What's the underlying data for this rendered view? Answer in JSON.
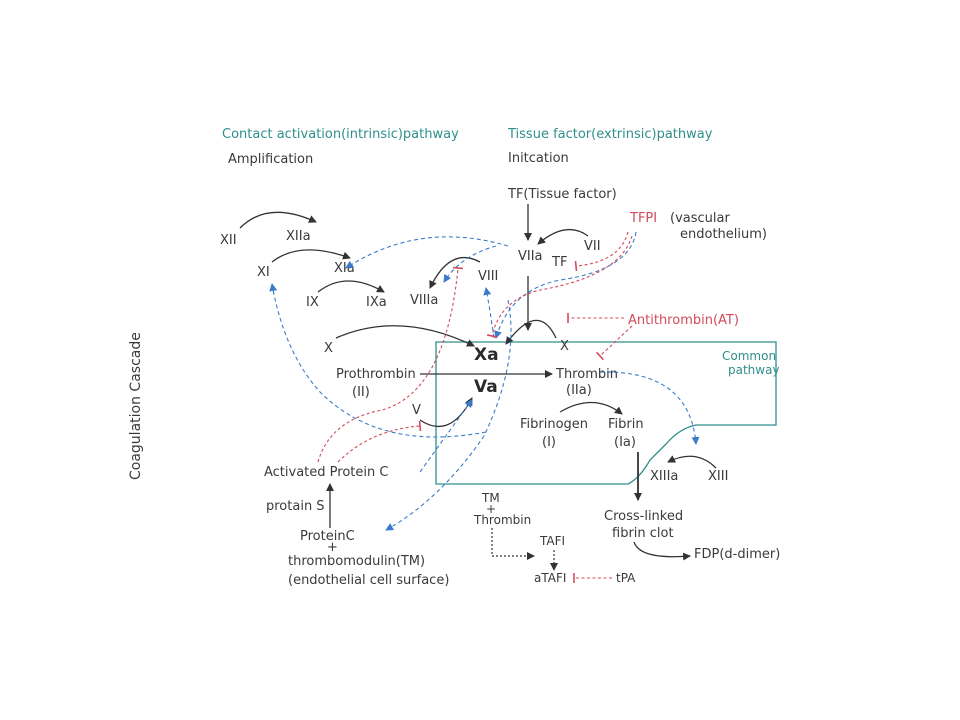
{
  "title": "Coagulation Cascade",
  "headers": {
    "intrinsic": "Contact activation(intrinsic)pathway",
    "amplification": "Amplification",
    "extrinsic": "Tissue factor(extrinsic)pathway",
    "initiation": "Initcation"
  },
  "nodes": {
    "tf": "TF(Tissue factor)",
    "tfpi": "TFPI",
    "tfpi_note1": "(vascular",
    "tfpi_note2": "endothelium)",
    "viia": "VIIa",
    "tf_small": "TF",
    "vii": "VII",
    "xii": "XII",
    "xiia": "XIIa",
    "xi": "XI",
    "xia": "XIa",
    "ix": "IX",
    "ixa": "IXa",
    "viiia": "VIIIa",
    "viii": "VIII",
    "antithrombin": "Antithrombin(AT)",
    "x_left": "X",
    "xa": "Xa",
    "x_right": "X",
    "common1": "Common",
    "common2": "pathway",
    "prothrombin1": "Prothrombin",
    "prothrombin2": "(II)",
    "thrombin1": "Thrombin",
    "thrombin2": "(IIa)",
    "va": "Va",
    "v": "V",
    "fibrinogen1": "Fibrinogen",
    "fibrinogen2": "(I)",
    "fibrin1": "Fibrin",
    "fibrin2": "(Ia)",
    "xiiia": "XIIIa",
    "xiii": "XIII",
    "apc": "Activated Protein C",
    "protein_s": "protain S",
    "proteinc1": "ProteinC",
    "proteinc2": "+",
    "proteinc3": "thrombomodulin(TM)",
    "proteinc4": "(endothelial cell surface)",
    "tm1": "TM",
    "tm2": "+",
    "tm3": "Thrombin",
    "tafi": "TAFI",
    "atafi": "aTAFI",
    "tpa": "tPA",
    "clot1": "Cross-linked",
    "clot2": "fibrin clot",
    "fdp": "FDP(d-dimer)"
  },
  "colors": {
    "ink": "#333333",
    "teal": "#2f8f8c",
    "red": "#d24b5a",
    "blue": "#3b7cc9"
  }
}
